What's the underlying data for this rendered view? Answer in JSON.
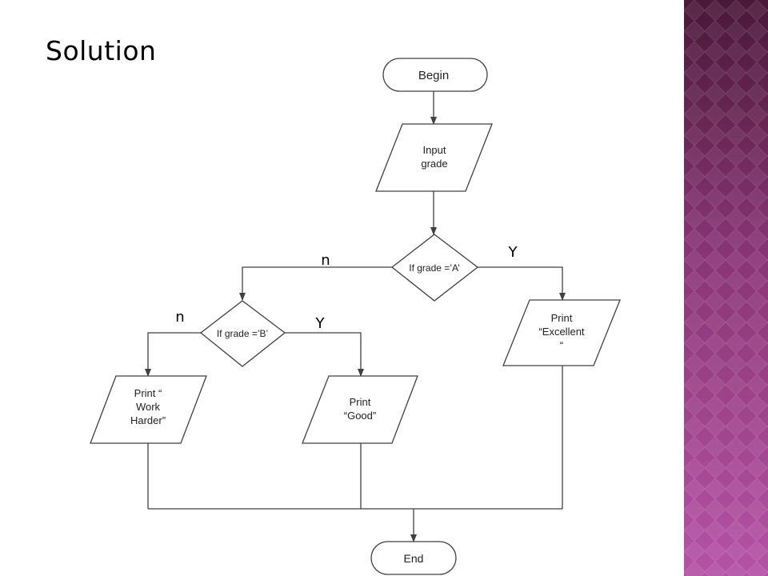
{
  "slide": {
    "title": "Solution"
  },
  "flowchart": {
    "nodes": {
      "begin": "Begin",
      "input": [
        "Input",
        "grade"
      ],
      "decision_a": "If grade =’A’",
      "decision_b": "If grade =’B’",
      "print_excellent": [
        "Print",
        "“Excellent",
        "“"
      ],
      "print_work_harder": [
        "Print “",
        "Work",
        "Harder”"
      ],
      "print_good": [
        "Print",
        "“Good”"
      ],
      "end": "End"
    },
    "edge_labels": {
      "a_yes": "Y",
      "a_no": "n",
      "b_yes": "Y",
      "b_no": "n"
    }
  },
  "colors": {
    "stroke": "#404040",
    "panel_dark": "#4a1838",
    "panel_mid": "#a5448f",
    "panel_light": "#c05ab0"
  }
}
